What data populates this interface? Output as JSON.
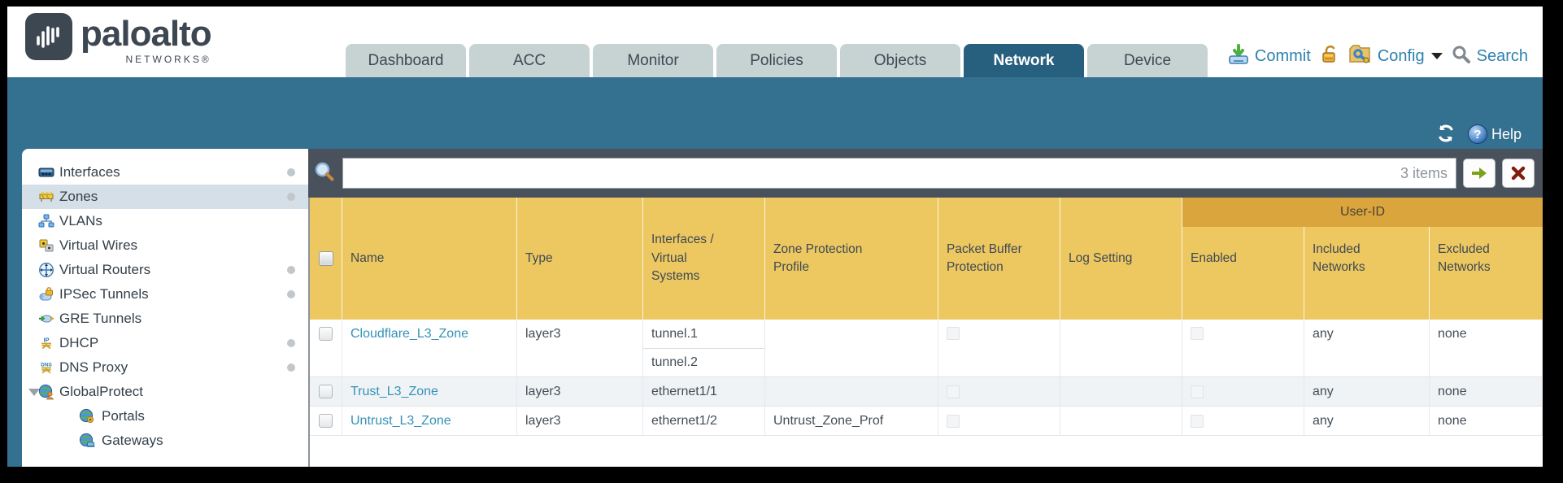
{
  "header": {
    "logo": {
      "brand": "paloalto",
      "sub": "NETWORKS®"
    },
    "tabs": [
      {
        "label": "Dashboard",
        "active": false
      },
      {
        "label": "ACC",
        "active": false
      },
      {
        "label": "Monitor",
        "active": false
      },
      {
        "label": "Policies",
        "active": false
      },
      {
        "label": "Objects",
        "active": false
      },
      {
        "label": "Network",
        "active": true
      },
      {
        "label": "Device",
        "active": false
      }
    ],
    "actions": {
      "commit_label": "Commit",
      "config_label": "Config",
      "search_label": "Search"
    }
  },
  "toolbar": {
    "help_label": "Help"
  },
  "filter": {
    "value": "",
    "count_label": "3 items"
  },
  "sidebar": {
    "items": [
      {
        "label": "Interfaces",
        "icon": "interfaces-icon",
        "selected": false,
        "dot": true,
        "indent": false,
        "expander": false
      },
      {
        "label": "Zones",
        "icon": "zones-icon",
        "selected": true,
        "dot": true,
        "indent": false,
        "expander": false
      },
      {
        "label": "VLANs",
        "icon": "vlans-icon",
        "selected": false,
        "dot": false,
        "indent": false,
        "expander": false
      },
      {
        "label": "Virtual Wires",
        "icon": "virtual-wires-icon",
        "selected": false,
        "dot": false,
        "indent": false,
        "expander": false
      },
      {
        "label": "Virtual Routers",
        "icon": "virtual-routers-icon",
        "selected": false,
        "dot": true,
        "indent": false,
        "expander": false
      },
      {
        "label": "IPSec Tunnels",
        "icon": "ipsec-tunnels-icon",
        "selected": false,
        "dot": true,
        "indent": false,
        "expander": false
      },
      {
        "label": "GRE Tunnels",
        "icon": "gre-tunnels-icon",
        "selected": false,
        "dot": false,
        "indent": false,
        "expander": false
      },
      {
        "label": "DHCP",
        "icon": "dhcp-icon",
        "selected": false,
        "dot": true,
        "indent": false,
        "expander": false
      },
      {
        "label": "DNS Proxy",
        "icon": "dns-proxy-icon",
        "selected": false,
        "dot": true,
        "indent": false,
        "expander": false
      },
      {
        "label": "GlobalProtect",
        "icon": "globalprotect-icon",
        "selected": false,
        "dot": false,
        "indent": false,
        "expander": true
      },
      {
        "label": "Portals",
        "icon": "portals-icon",
        "selected": false,
        "dot": false,
        "indent": true,
        "expander": false
      },
      {
        "label": "Gateways",
        "icon": "gateways-icon",
        "selected": false,
        "dot": false,
        "indent": true,
        "expander": false
      }
    ]
  },
  "table": {
    "group_header": "User-ID",
    "columns": [
      {
        "label": ""
      },
      {
        "label": "Name"
      },
      {
        "label": "Type"
      },
      {
        "label": "Interfaces / Virtual Systems"
      },
      {
        "label": "Zone Protection Profile"
      },
      {
        "label": "Packet Buffer Protection"
      },
      {
        "label": "Log Setting"
      },
      {
        "label": "Enabled"
      },
      {
        "label": "Included Networks"
      },
      {
        "label": "Excluded Networks"
      }
    ],
    "rows": [
      {
        "name": "Cloudflare_L3_Zone",
        "type": "layer3",
        "interfaces": [
          "tunnel.1",
          "tunnel.2"
        ],
        "zone_protection_profile": "",
        "log_setting": "",
        "included_networks": "any",
        "excluded_networks": "none"
      },
      {
        "name": "Trust_L3_Zone",
        "type": "layer3",
        "interfaces": [
          "ethernet1/1"
        ],
        "zone_protection_profile": "",
        "log_setting": "",
        "included_networks": "any",
        "excluded_networks": "none"
      },
      {
        "name": "Untrust_L3_Zone",
        "type": "layer3",
        "interfaces": [
          "ethernet1/2"
        ],
        "zone_protection_profile": "Untrust_Zone_Prof",
        "log_setting": "",
        "included_networks": "any",
        "excluded_networks": "none"
      }
    ]
  }
}
